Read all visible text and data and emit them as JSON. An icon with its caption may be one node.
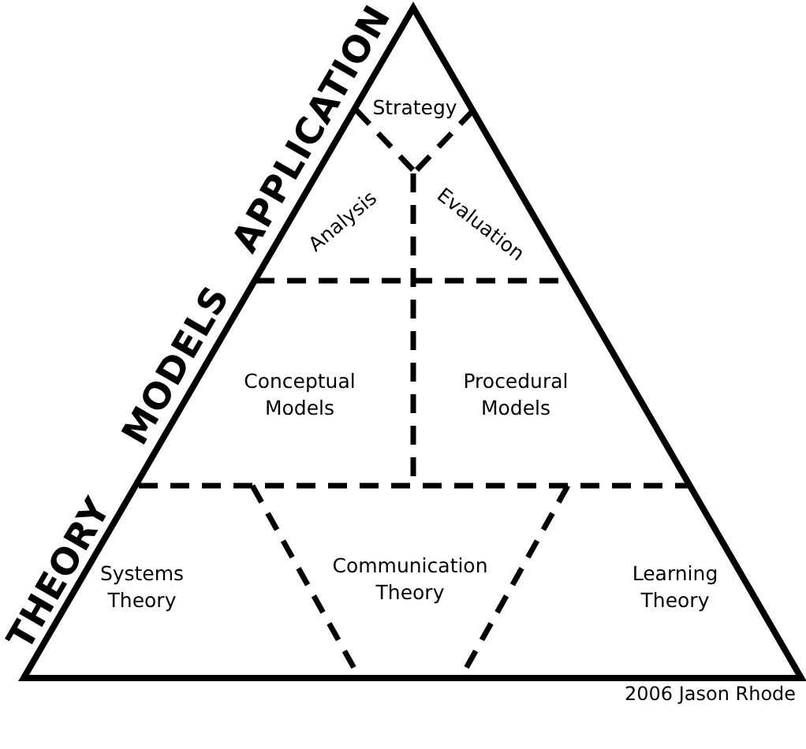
{
  "diagram": {
    "nodes": [
      {
        "text": [
          "Strategy"
        ]
      },
      {
        "text": [
          "Analysis"
        ]
      },
      {
        "text": [
          "Evaluation"
        ]
      },
      {
        "text": [
          "Conceptual Models"
        ]
      },
      {
        "text": [
          "Procedural Models"
        ]
      },
      {
        "text": [
          "Systems Theory"
        ]
      },
      {
        "text": [
          "Communication Theory"
        ]
      },
      {
        "text": [
          "Learning Theory"
        ]
      }
    ],
    "labels": [
      "APPLICATION",
      "MODELS",
      "THEORY",
      "2006 Jason Rhode"
    ]
  }
}
